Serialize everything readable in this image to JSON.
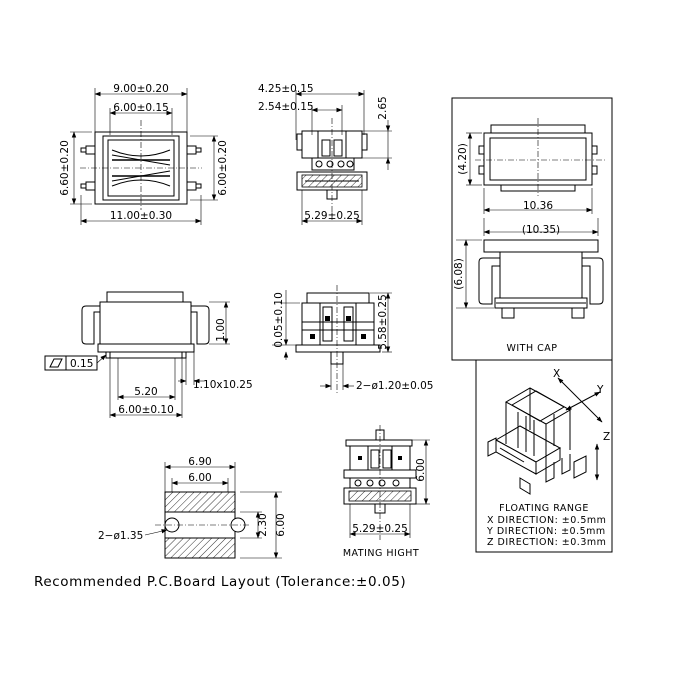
{
  "dimensions": {
    "top_width_900": "9.00±0.20",
    "top_width_600": "6.00±0.15",
    "top_height_660": "6.60±0.20",
    "top_height_600": "6.00±0.20",
    "top_overall_1100": "11.00±0.30",
    "side_425": "4.25±0.15",
    "side_254": "2.54±0.15",
    "side_265": "2.65",
    "side_529": "5.29±0.25",
    "cap_420": "(4.20)",
    "cap_1036": "10.36",
    "cap_1035": "(10.35)",
    "cap_608": "(6.08)",
    "front_flat": "0.15",
    "front_100": "1.00",
    "front_520": "5.20",
    "front_110": "1.10x10.25",
    "front_600": "6.00±0.10",
    "side2_005": "0.05±0.10",
    "side2_558": "5.58±0.25",
    "side2_pin": "2−ø1.20±0.05",
    "pcb_690": "6.90",
    "pcb_600": "6.00",
    "pcb_hole": "2−ø1.35",
    "pcb_230": "2.30",
    "pcb_600v": "6.00",
    "mate_600": "6.00",
    "mate_529": "5.29±0.25"
  },
  "labels": {
    "with_cap": "WITH CAP",
    "mating_hight": "MATING HIGHT",
    "floating_range": "FLOATING RANGE",
    "x_dir": "X DIRECTION: ±0.5mm",
    "y_dir": "Y DIRECTION: ±0.5mm",
    "z_dir": "Z DIRECTION: ±0.3mm",
    "axis_x": "X",
    "axis_y": "Y",
    "axis_z": "Z",
    "recommended": "Recommended P.C.Board Layout (Tolerance:±0.05)"
  }
}
